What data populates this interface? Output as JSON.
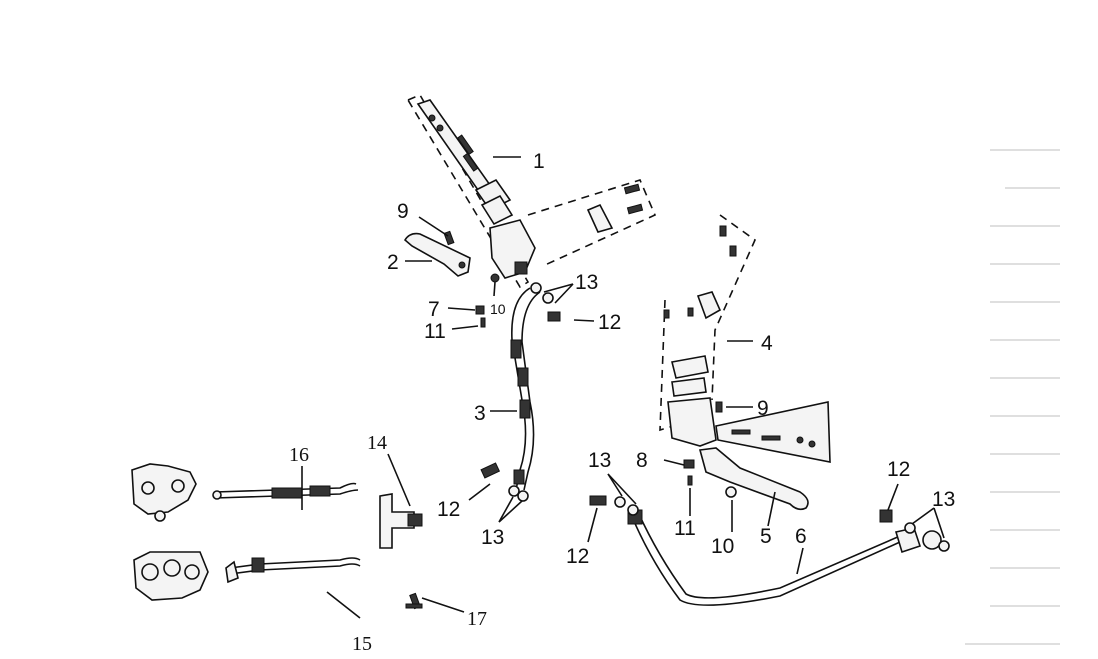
{
  "callouts": {
    "c1": "1",
    "c2": "2",
    "c3": "3",
    "c4": "4",
    "c5": "5",
    "c6": "6",
    "c7": "7",
    "c8": "8",
    "c9a": "9",
    "c9b": "9",
    "c10a": "10",
    "c10b": "10",
    "c11a": "11",
    "c11b": "11",
    "c12a": "12",
    "c12b": "12",
    "c12c": "12",
    "c12d": "12",
    "c13a": "13",
    "c13b": "13",
    "c13c": "13",
    "c13d": "13",
    "c14": "14",
    "c15": "15",
    "c16": "16",
    "c17": "17"
  }
}
